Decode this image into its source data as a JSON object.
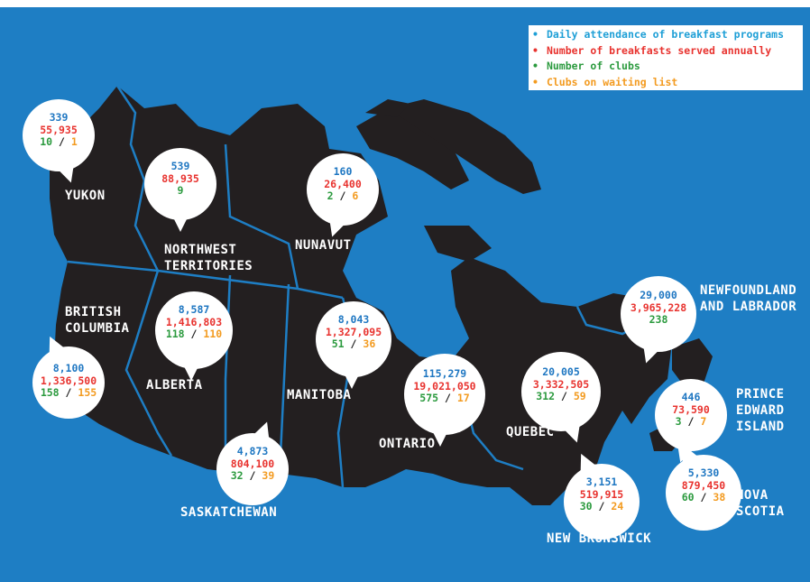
{
  "colors": {
    "background": "#1e7ec4",
    "land": "#231f20",
    "border": "#1e7ec4",
    "attendance": "#1f77c2",
    "breakfasts": "#e8332f",
    "clubs": "#2b9a3e",
    "waiting": "#f39b20"
  },
  "legend": [
    {
      "text": "Daily attendance of breakfast programs",
      "color": "#1e9fd6"
    },
    {
      "text": "Number of breakfasts served annually",
      "color": "#e8332f"
    },
    {
      "text": "Number of clubs",
      "color": "#2b9a3e"
    },
    {
      "text": "Clubs on waiting list",
      "color": "#f39b20"
    }
  ],
  "provinces": {
    "yukon": {
      "name": "YUKON",
      "attendance": "339",
      "breakfasts": "55,935",
      "clubs": "10",
      "waiting": "1"
    },
    "nwt": {
      "name": "NORTHWEST\nTERRITORIES",
      "attendance": "539",
      "breakfasts": "88,935",
      "clubs": "9",
      "waiting": ""
    },
    "nunavut": {
      "name": "NUNAVUT",
      "attendance": "160",
      "breakfasts": "26,400",
      "clubs": "2",
      "waiting": "6"
    },
    "bc": {
      "name": "BRITISH\nCOLUMBIA",
      "attendance": "8,100",
      "breakfasts": "1,336,500",
      "clubs": "158",
      "waiting": "155"
    },
    "alberta": {
      "name": "ALBERTA",
      "attendance": "8,587",
      "breakfasts": "1,416,803",
      "clubs": "118",
      "waiting": "110"
    },
    "saskatchewan": {
      "name": "SASKATCHEWAN",
      "attendance": "4,873",
      "breakfasts": "804,100",
      "clubs": "32",
      "waiting": "39"
    },
    "manitoba": {
      "name": "MANITOBA",
      "attendance": "8,043",
      "breakfasts": "1,327,095",
      "clubs": "51",
      "waiting": "36"
    },
    "ontario": {
      "name": "ONTARIO",
      "attendance": "115,279",
      "breakfasts": "19,021,050",
      "clubs": "575",
      "waiting": "17"
    },
    "quebec": {
      "name": "QUEBEC",
      "attendance": "20,005",
      "breakfasts": "3,332,505",
      "clubs": "312",
      "waiting": "59"
    },
    "newfoundland": {
      "name": "NEWFOUNDLAND\nAND LABRADOR",
      "attendance": "29,000",
      "breakfasts": "3,965,228",
      "clubs": "238",
      "waiting": ""
    },
    "pei": {
      "name": "PRINCE\nEDWARD\nISLAND",
      "attendance": "446",
      "breakfasts": "73,590",
      "clubs": "3",
      "waiting": "7"
    },
    "newbrunswick": {
      "name": "NEW BRUNSWICK",
      "attendance": "3,151",
      "breakfasts": "519,915",
      "clubs": "30",
      "waiting": "24"
    },
    "novascotia": {
      "name": "NOVA\nSCOTIA",
      "attendance": "5,330",
      "breakfasts": "879,450",
      "clubs": "60",
      "waiting": "38"
    }
  },
  "separator": "/"
}
